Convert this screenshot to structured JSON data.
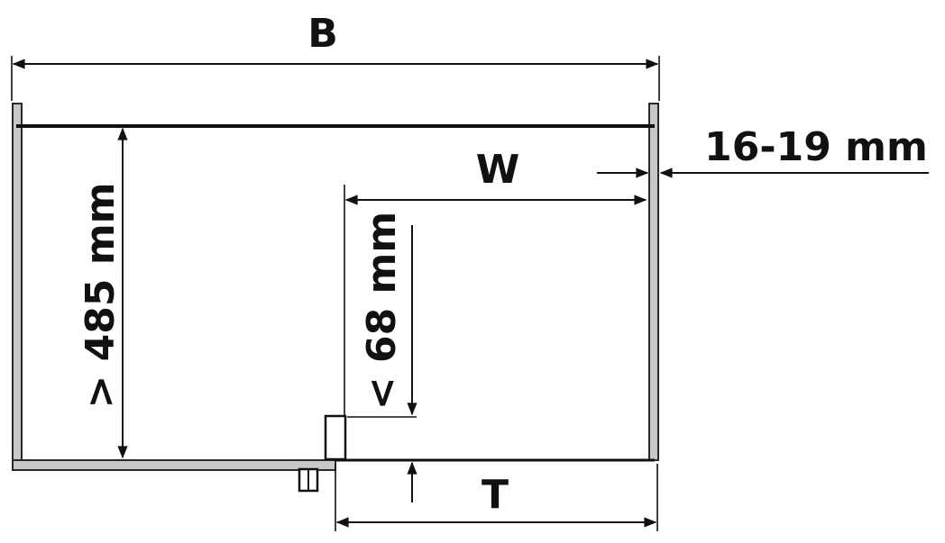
{
  "labels": {
    "overall_width": "B",
    "inner_width": "W",
    "panel_thickness": "16-19 mm",
    "min_height": "> 485 mm",
    "max_height": "< 68 mm",
    "depth": "T"
  },
  "colors": {
    "line": "#111111",
    "panel_fill": "#c8c8c8",
    "panel_stroke": "#2a2a2a",
    "background": "#ffffff"
  }
}
